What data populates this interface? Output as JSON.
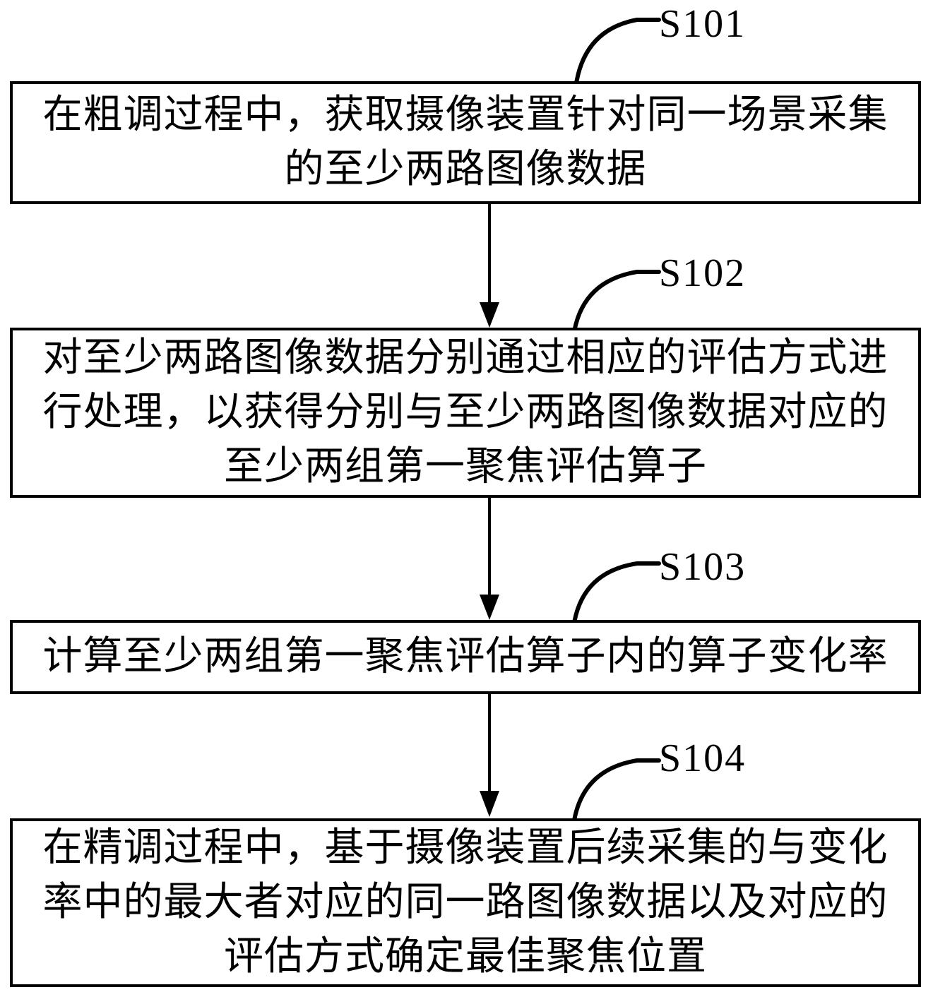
{
  "colors": {
    "ink": "#000000",
    "background": "#ffffff"
  },
  "steps": [
    {
      "label": "S101",
      "lines": [
        "在粗调过程中，获取摄像装置针对同一场景采集",
        "的至少两路图像数据"
      ]
    },
    {
      "label": "S102",
      "lines": [
        "对至少两路图像数据分别通过相应的评估方式进",
        "行处理，以获得分别与至少两路图像数据对应的",
        "至少两组第一聚焦评估算子"
      ]
    },
    {
      "label": "S103",
      "lines": [
        "计算至少两组第一聚焦评估算子内的算子变化率"
      ]
    },
    {
      "label": "S104",
      "lines": [
        "在精调过程中，基于摄像装置后续采集的与变化",
        "率中的最大者对应的同一路图像数据以及对应的",
        "评估方式确定最佳聚焦位置"
      ]
    }
  ]
}
